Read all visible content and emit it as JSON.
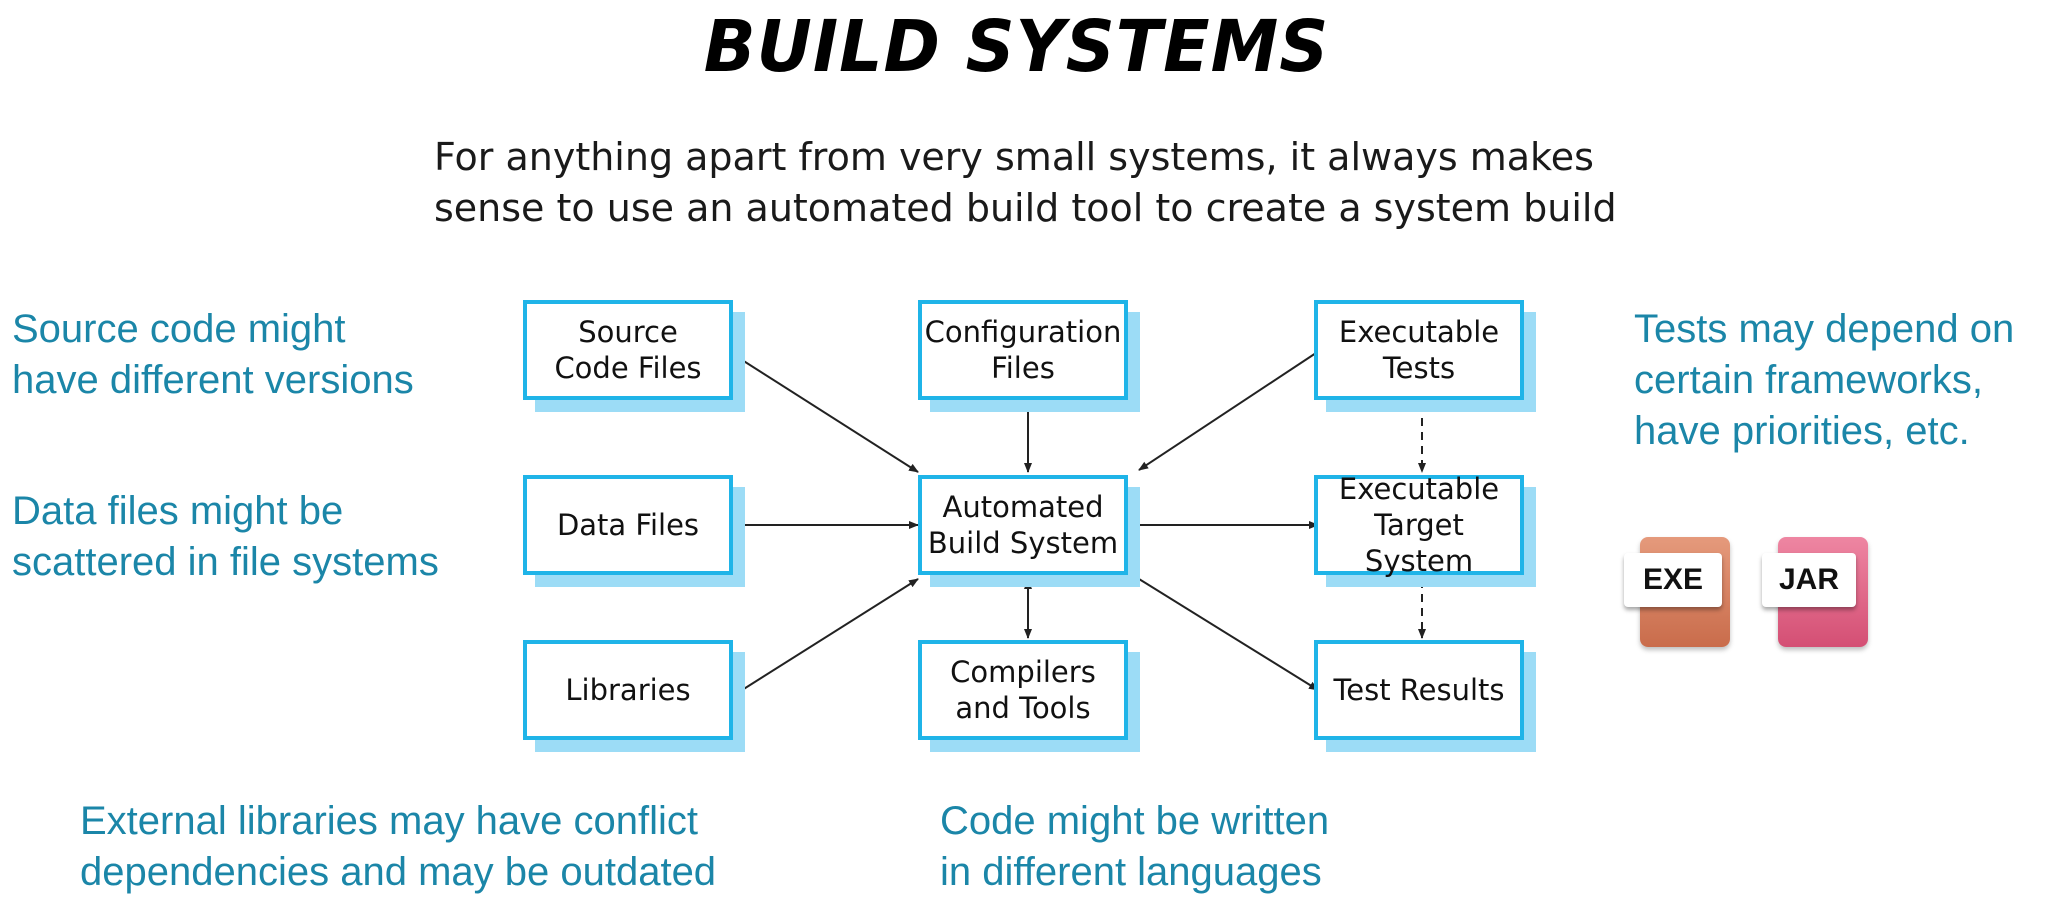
{
  "slide": {
    "title": "BUILD SYSTEMS",
    "subtitle": "For anything apart from very small systems, it always makes sense to use an automated build tool to create a system build"
  },
  "notes": {
    "source_code": [
      "Source code might",
      "have different versions"
    ],
    "data_files": [
      "Data files might be",
      "scattered in file systems"
    ],
    "libraries": [
      "External libraries may have conflict",
      "dependencies and may be outdated"
    ],
    "languages": [
      "Code might be written",
      "in different languages"
    ],
    "tests": [
      "Tests may depend on",
      "certain frameworks,",
      "have priorities, etc."
    ]
  },
  "diagram": {
    "boxes": {
      "source_code_files": "Source\nCode Files",
      "configuration_files": "Configuration\nFiles",
      "executable_tests": "Executable\nTests",
      "data_files": "Data Files",
      "automated_build_system": "Automated\nBuild System",
      "executable_target_system": "Executable\nTarget System",
      "libraries": "Libraries",
      "compilers_and_tools": "Compilers\nand Tools",
      "test_results": "Test Results"
    },
    "colors": {
      "box_border": "#1fb4e8",
      "box_shadow": "#9cdcf6",
      "note_text": "#1b86a8"
    }
  },
  "file_icons": [
    {
      "label": "EXE",
      "color": "#d7805e"
    },
    {
      "label": "JAR",
      "color": "#e06184"
    }
  ]
}
